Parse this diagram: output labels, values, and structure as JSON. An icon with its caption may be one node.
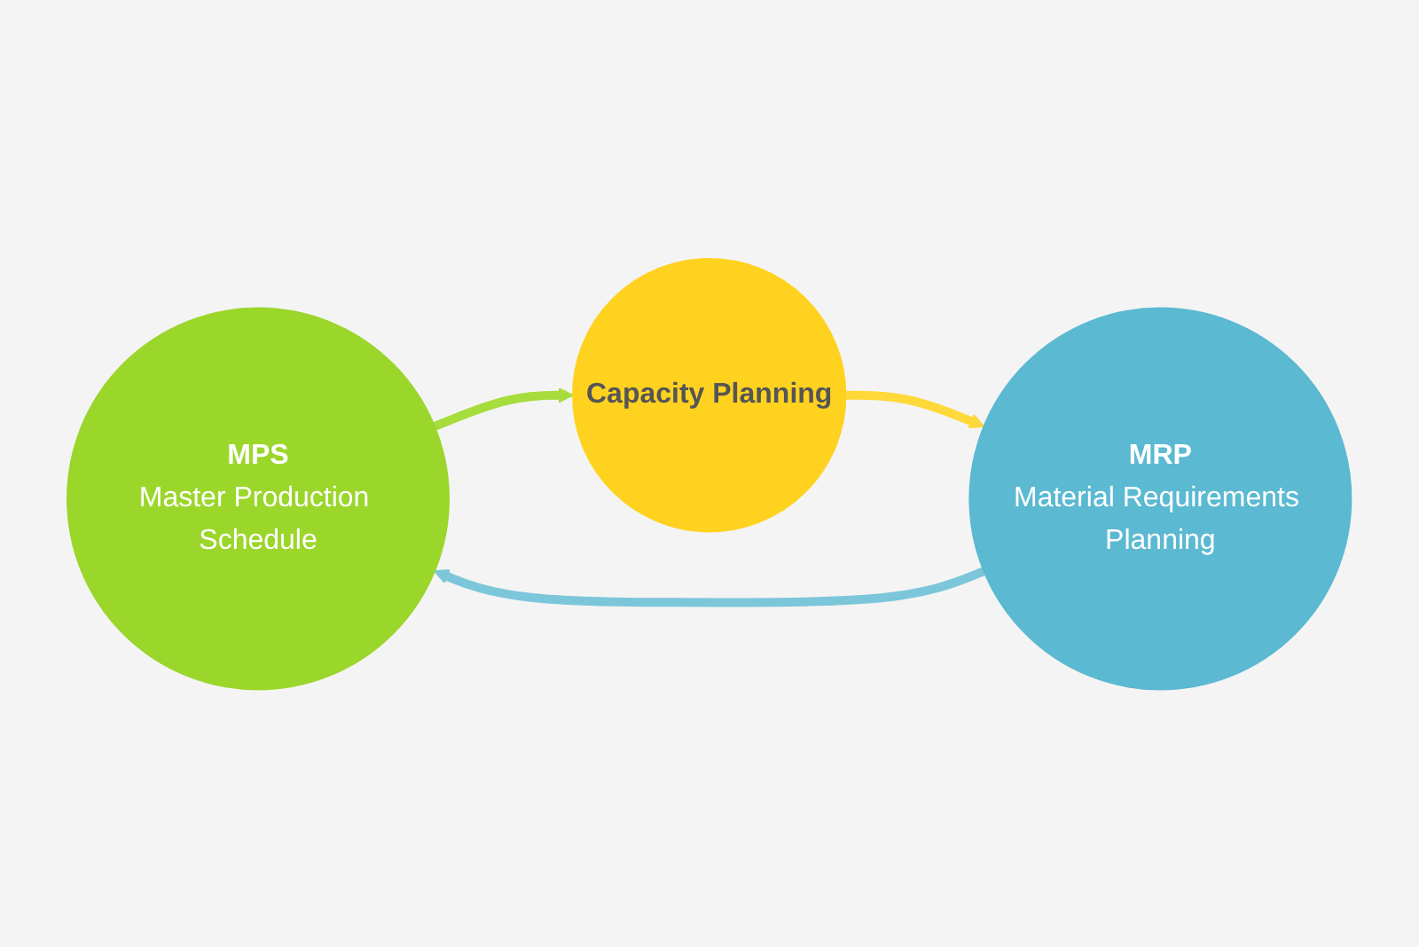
{
  "diagram": {
    "nodes": [
      {
        "text": [
          "MPS",
          "Master Production Schedule"
        ]
      },
      {
        "text": [
          "Capacity Planning"
        ]
      },
      {
        "text": [
          "MRP",
          "Material Requirements Planning"
        ]
      }
    ],
    "edges": [
      {
        "from": 0,
        "to": 1,
        "arrow": "to",
        "color": "#a6dc3c"
      },
      {
        "from": 1,
        "to": 2,
        "arrow": "to",
        "color": "#ffd83a"
      },
      {
        "from": 2,
        "to": 0,
        "arrow": "to",
        "color": "#7cc6da"
      }
    ]
  }
}
